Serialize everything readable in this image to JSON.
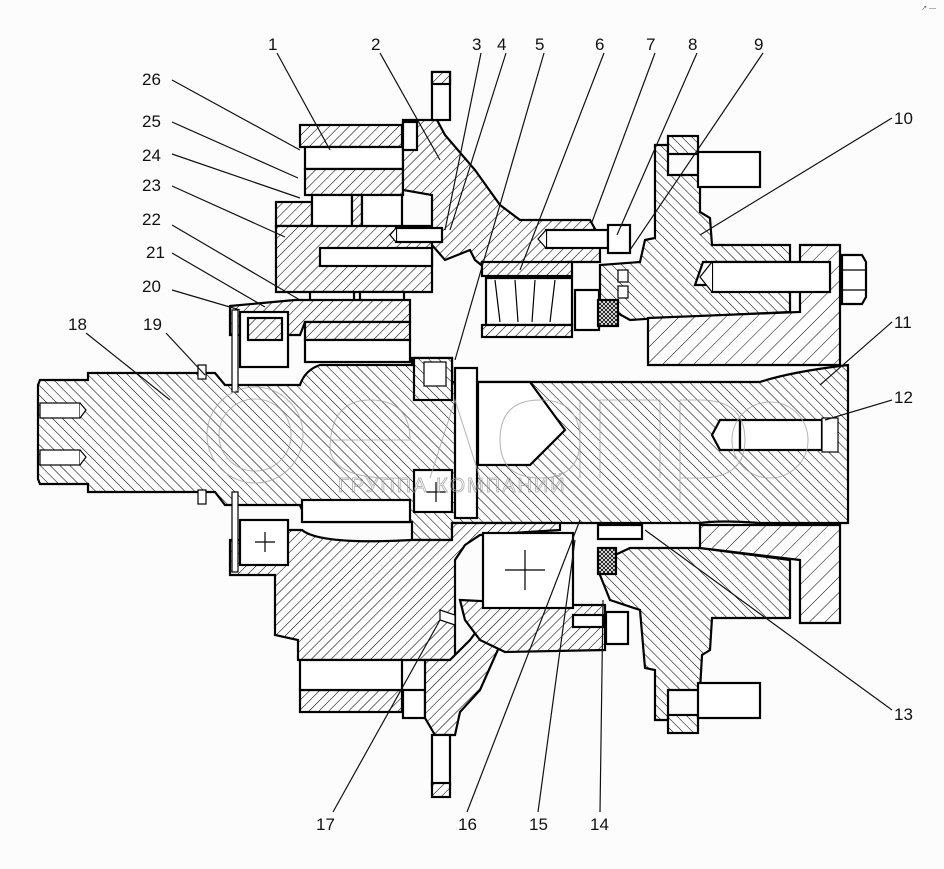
{
  "drawing": {
    "type": "sectional assembly drawing",
    "callouts": [
      {
        "num": "1"
      },
      {
        "num": "2"
      },
      {
        "num": "3"
      },
      {
        "num": "4"
      },
      {
        "num": "5"
      },
      {
        "num": "6"
      },
      {
        "num": "7"
      },
      {
        "num": "8"
      },
      {
        "num": "9"
      },
      {
        "num": "10"
      },
      {
        "num": "11"
      },
      {
        "num": "12"
      },
      {
        "num": "13"
      },
      {
        "num": "14"
      },
      {
        "num": "15"
      },
      {
        "num": "16"
      },
      {
        "num": "17"
      },
      {
        "num": "18"
      },
      {
        "num": "19"
      },
      {
        "num": "20"
      },
      {
        "num": "21"
      },
      {
        "num": "22"
      },
      {
        "num": "23"
      },
      {
        "num": "24"
      },
      {
        "num": "25"
      },
      {
        "num": "26"
      }
    ]
  },
  "watermark": {
    "logo_text": "белаpro",
    "subtitle": "ГРУППА КОМПАНИЙ"
  },
  "corner_mark": "↗ —"
}
